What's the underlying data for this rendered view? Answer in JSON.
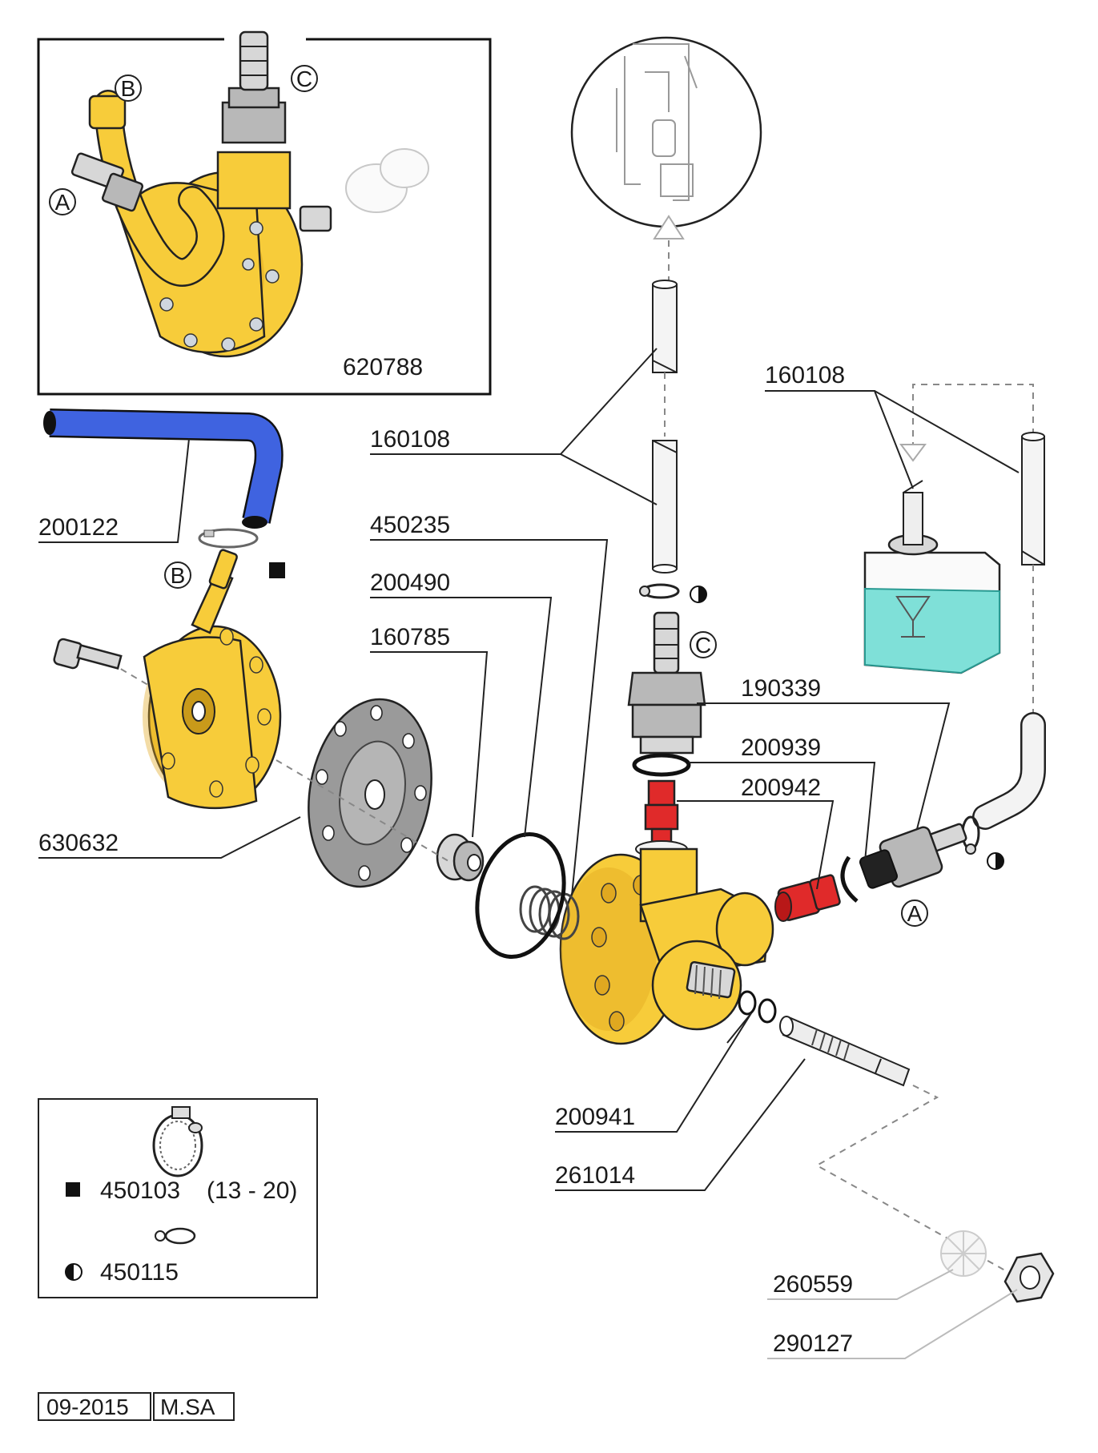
{
  "inset": {
    "part_number": "620788",
    "port_a": "A",
    "port_b": "B",
    "port_c": "C"
  },
  "callouts": {
    "p200122": "200122",
    "p630632": "630632",
    "p160108_left": "160108",
    "p450235": "450235",
    "p200490": "200490",
    "p160785": "160785",
    "p160108_right": "160108",
    "p190339": "190339",
    "p200939": "200939",
    "p200942": "200942",
    "p200941": "200941",
    "p261014": "261014",
    "p260559": "260559",
    "p290127": "290127"
  },
  "port_labels": {
    "b_main": "B",
    "c_main": "C",
    "a_main": "A"
  },
  "legend": {
    "clamp_square_code": "450103",
    "clamp_square_range": "(13 - 20)",
    "clamp_half_code": "450115",
    "square_icon": "filled-square-icon",
    "half_icon": "half-circle-icon"
  },
  "footer": {
    "date": "09-2015",
    "model": "M.SA"
  },
  "colors": {
    "body_yellow": "#f7cc3a",
    "hose_blue": "#3f63e0",
    "valve_red": "#e02a2a",
    "tank_liquid": "#7fe0d8"
  }
}
